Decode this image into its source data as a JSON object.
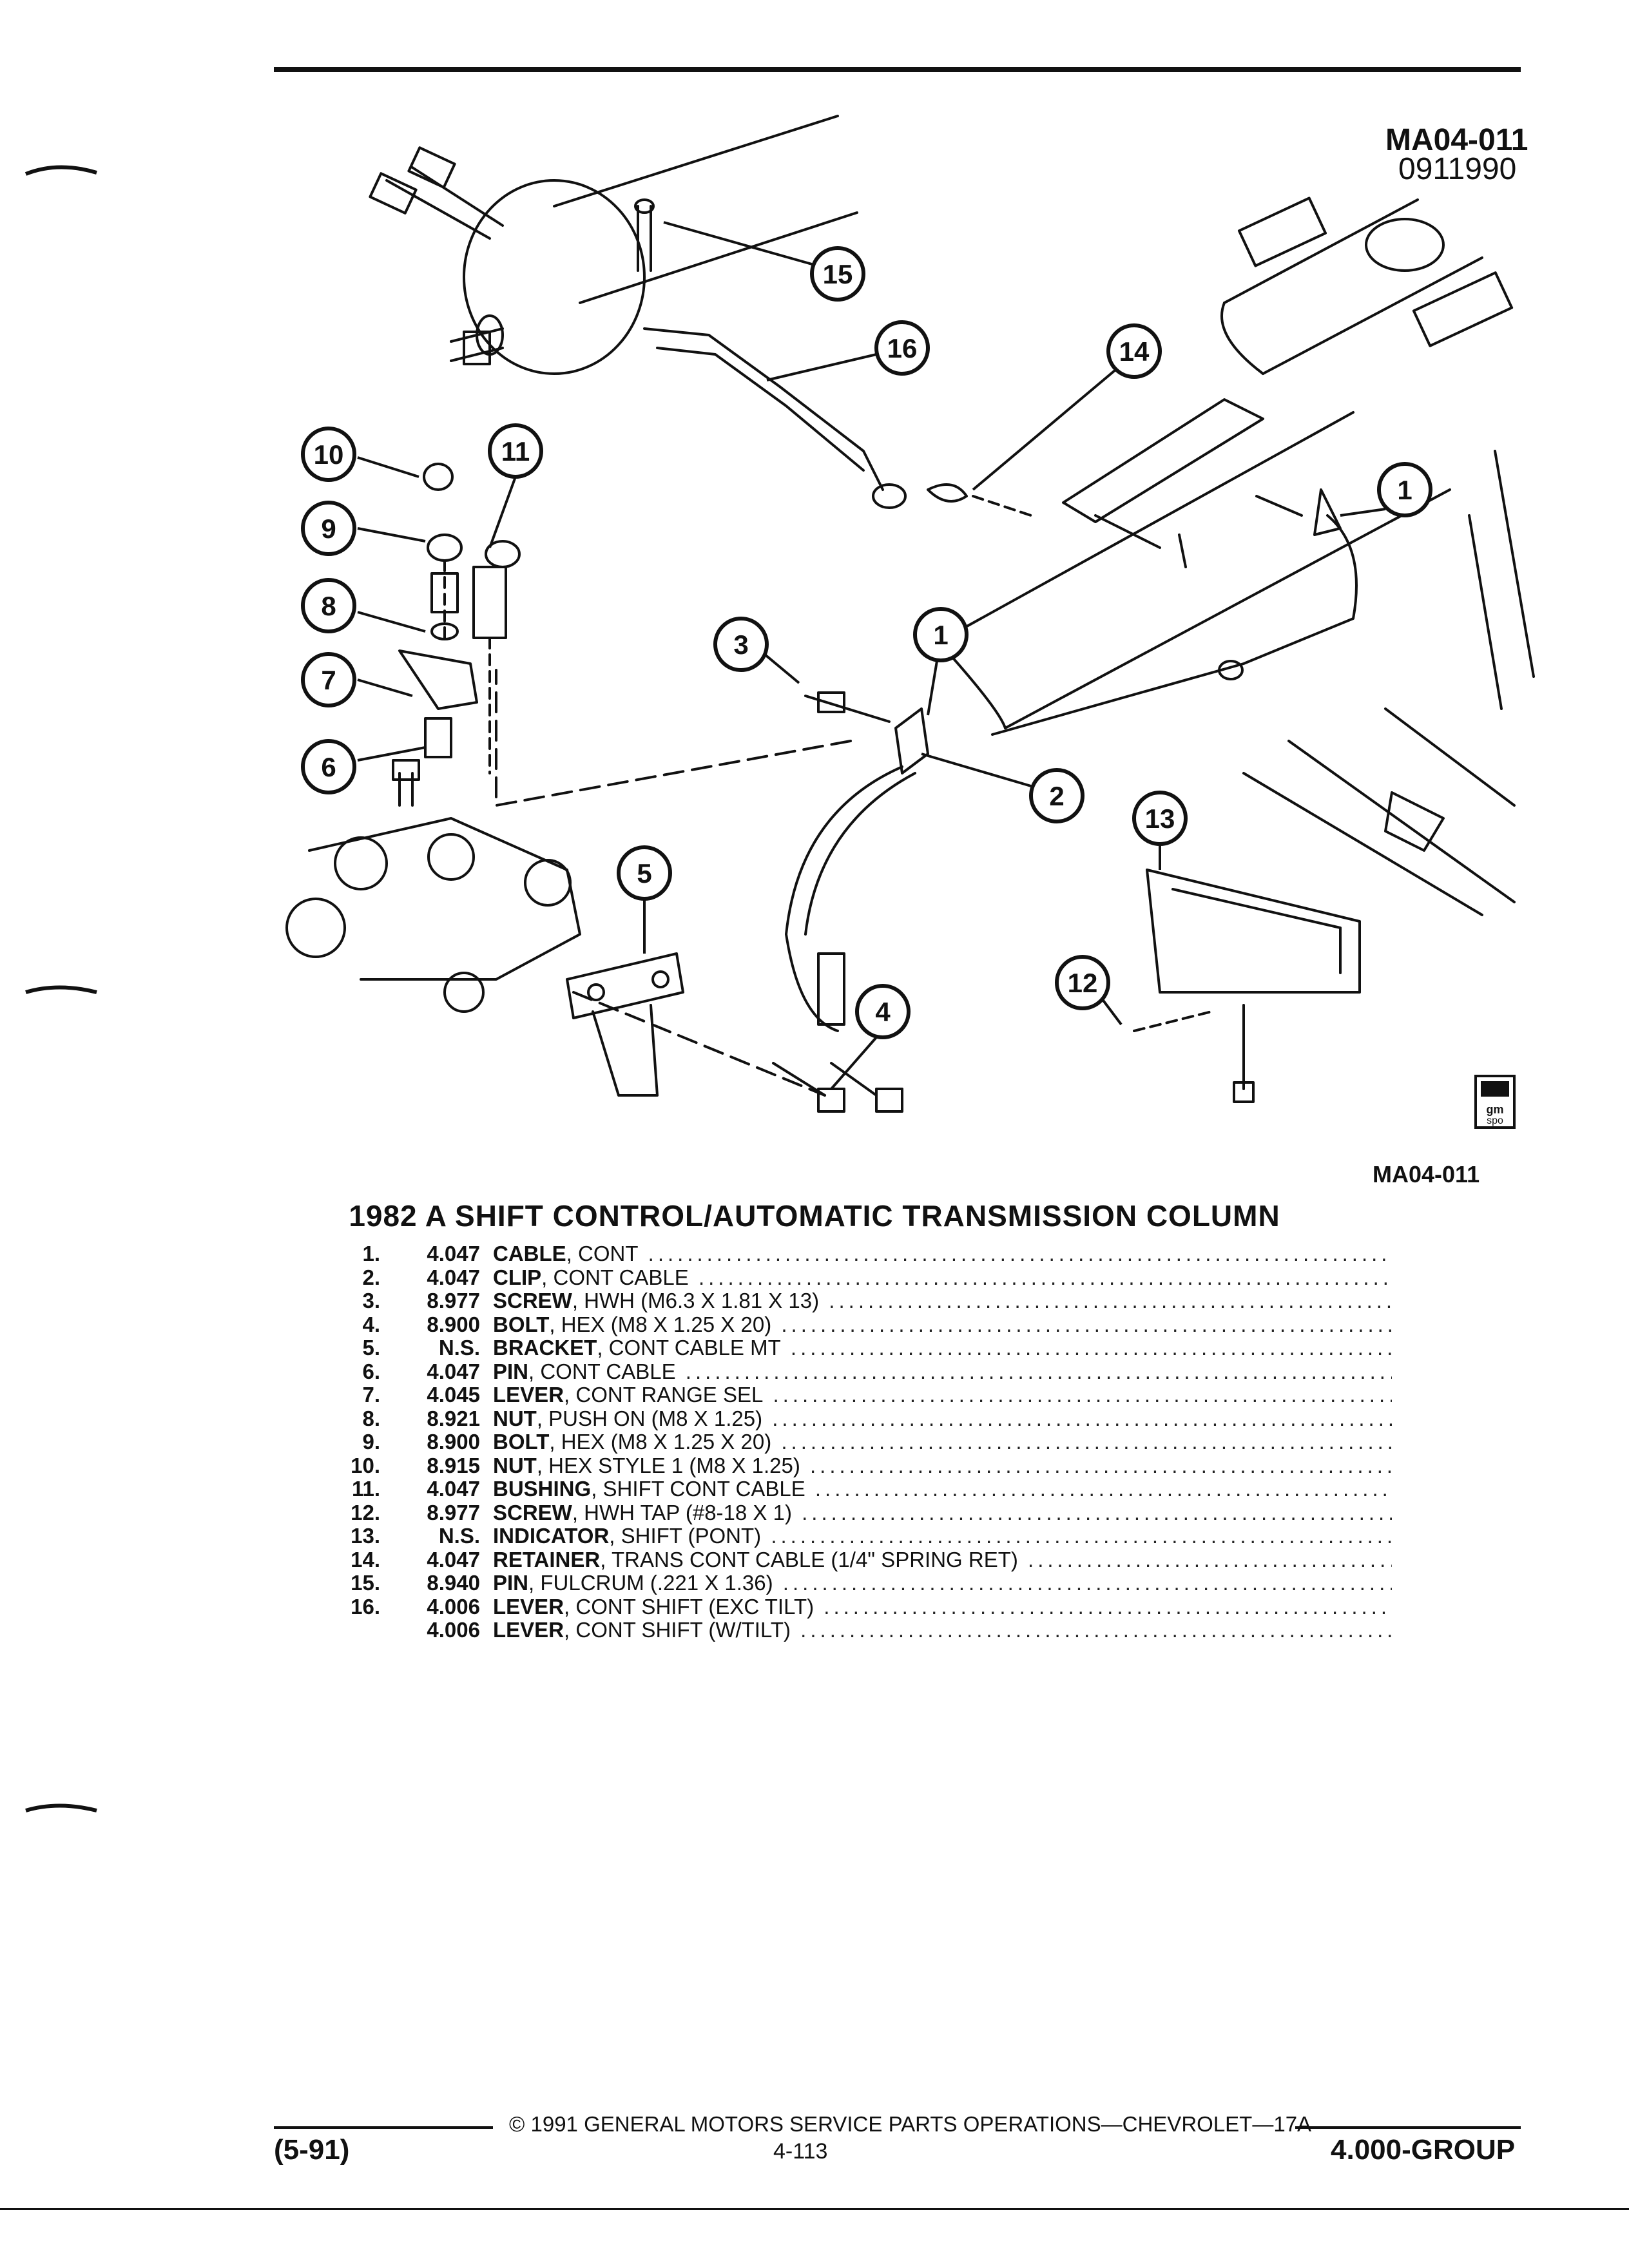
{
  "figure": {
    "code_top": "MA04-011",
    "date_code": "0911990",
    "code_bottom": "MA04-011",
    "logo_text": "gm spo",
    "callouts": [
      "1",
      "1",
      "2",
      "3",
      "4",
      "5",
      "6",
      "7",
      "8",
      "9",
      "10",
      "11",
      "12",
      "13",
      "14",
      "15",
      "16"
    ]
  },
  "title": "1982 A SHIFT CONTROL/AUTOMATIC TRANSMISSION COLUMN",
  "parts": [
    {
      "num": "1.",
      "group": "4.047",
      "name": "CABLE",
      "desc": ", CONT"
    },
    {
      "num": "2.",
      "group": "4.047",
      "name": "CLIP",
      "desc": ", CONT CABLE"
    },
    {
      "num": "3.",
      "group": "8.977",
      "name": "SCREW",
      "desc": ", HWH (M6.3 X 1.81 X 13)"
    },
    {
      "num": "4.",
      "group": "8.900",
      "name": "BOLT",
      "desc": ", HEX (M8 X 1.25 X 20)"
    },
    {
      "num": "5.",
      "group": "N.S.",
      "name": "BRACKET",
      "desc": ", CONT CABLE MT"
    },
    {
      "num": "6.",
      "group": "4.047",
      "name": "PIN",
      "desc": ", CONT CABLE"
    },
    {
      "num": "7.",
      "group": "4.045",
      "name": "LEVER",
      "desc": ", CONT RANGE SEL"
    },
    {
      "num": "8.",
      "group": "8.921",
      "name": "NUT",
      "desc": ", PUSH ON (M8 X 1.25)"
    },
    {
      "num": "9.",
      "group": "8.900",
      "name": "BOLT",
      "desc": ", HEX (M8 X 1.25 X 20)"
    },
    {
      "num": "10.",
      "group": "8.915",
      "name": "NUT",
      "desc": ", HEX STYLE 1 (M8 X 1.25)"
    },
    {
      "num": "11.",
      "group": "4.047",
      "name": "BUSHING",
      "desc": ", SHIFT CONT CABLE"
    },
    {
      "num": "12.",
      "group": "8.977",
      "name": "SCREW",
      "desc": ", HWH TAP (#8-18 X 1)"
    },
    {
      "num": "13.",
      "group": "N.S.",
      "name": "INDICATOR",
      "desc": ", SHIFT (PONT)"
    },
    {
      "num": "14.",
      "group": "4.047",
      "name": "RETAINER",
      "desc": ", TRANS CONT CABLE (1/4\" SPRING RET)"
    },
    {
      "num": "15.",
      "group": "8.940",
      "name": "PIN",
      "desc": ", FULCRUM (.221 X 1.36)"
    },
    {
      "num": "16.",
      "group": "4.006",
      "name": "LEVER",
      "desc": ", CONT SHIFT (EXC TILT)"
    },
    {
      "num": "",
      "group": "4.006",
      "name": "LEVER",
      "desc": ", CONT SHIFT (W/TILT)"
    }
  ],
  "footer": {
    "copyright": "© 1991 GENERAL MOTORS SERVICE PARTS OPERATIONS—CHEVROLET—17A",
    "date": "(5-91)",
    "page": "4-113",
    "group": "4.000-GROUP"
  }
}
